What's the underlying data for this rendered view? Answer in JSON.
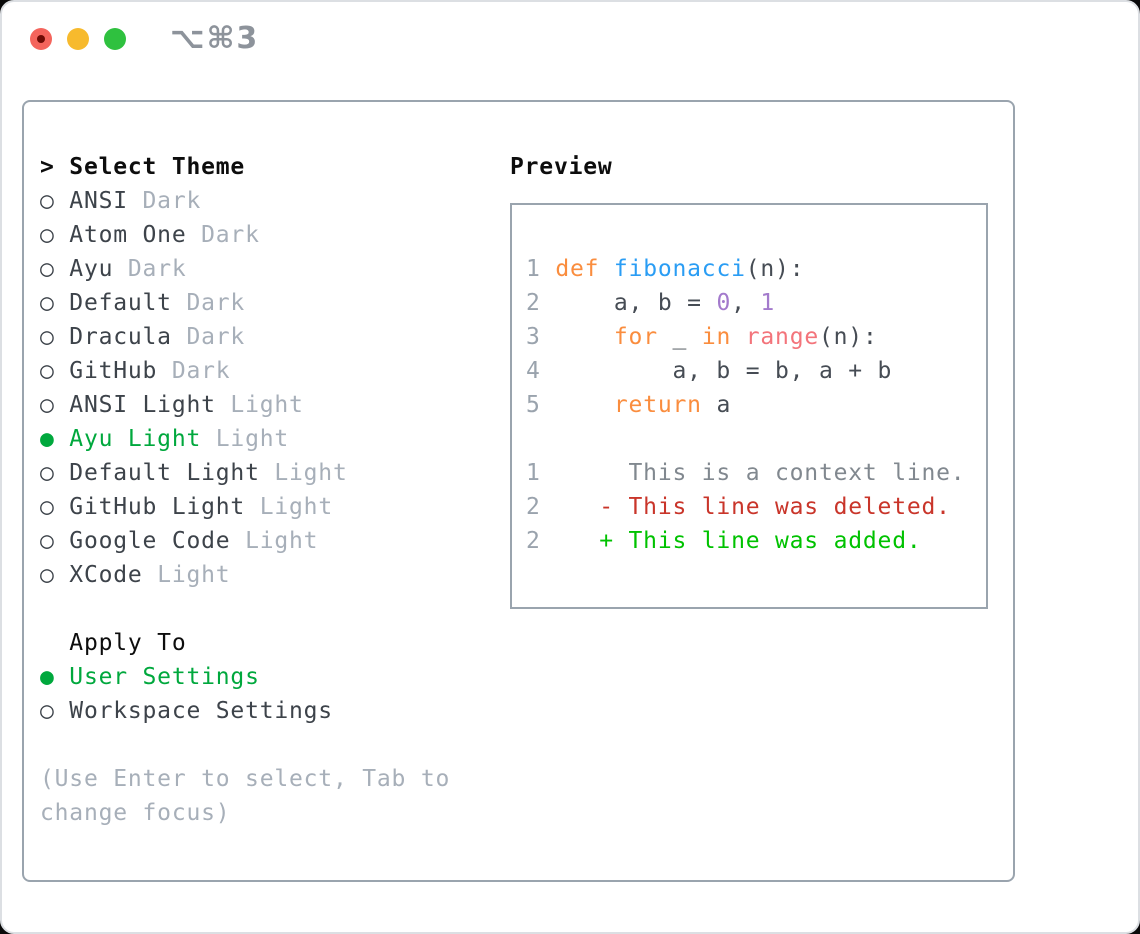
{
  "window": {
    "title_shortcut": "⌥⌘3",
    "traffic_lights": [
      "close",
      "minimize",
      "zoom"
    ]
  },
  "colors": {
    "tlRed": "#f4645c",
    "tlRedDot": "#6e0b05",
    "tlYellow": "#f7ba2d",
    "tlGreen": "#2fc13f",
    "titleGray": "#8d939b",
    "boxBorder": "#9aa4ae",
    "black": "#0d0d0d",
    "item": "#3d434a",
    "muted": "#a7afb9",
    "green": "#00a83d",
    "lineNo": "#9aa3ad",
    "fg": "#464c54",
    "kw": "#fa8d3e",
    "fn": "#2a9df4",
    "num": "#a37acc",
    "bi": "#f3747b",
    "ctx": "#81888f",
    "del": "#c9352a",
    "add": "#00c200"
  },
  "left_panel": {
    "header": {
      "pointer": ">",
      "label": "Select Theme"
    },
    "radio_selected_char": "●",
    "radio_unselected_char": "○",
    "themes": [
      {
        "name": "ANSI",
        "variant": "Dark",
        "selected": false
      },
      {
        "name": "Atom One",
        "variant": "Dark",
        "selected": false
      },
      {
        "name": "Ayu",
        "variant": "Dark",
        "selected": false
      },
      {
        "name": "Default",
        "variant": "Dark",
        "selected": false
      },
      {
        "name": "Dracula",
        "variant": "Dark",
        "selected": false
      },
      {
        "name": "GitHub",
        "variant": "Dark",
        "selected": false
      },
      {
        "name": "ANSI Light",
        "variant": "Light",
        "selected": false
      },
      {
        "name": "Ayu Light",
        "variant": "Light",
        "selected": true
      },
      {
        "name": "Default Light",
        "variant": "Light",
        "selected": false
      },
      {
        "name": "GitHub Light",
        "variant": "Light",
        "selected": false
      },
      {
        "name": "Google Code",
        "variant": "Light",
        "selected": false
      },
      {
        "name": "XCode",
        "variant": "Light",
        "selected": false
      }
    ],
    "apply_to": {
      "label": "Apply To",
      "options": [
        {
          "label": "User Settings",
          "selected": true
        },
        {
          "label": "Workspace Settings",
          "selected": false
        }
      ]
    },
    "help": [
      "(Use Enter to select, Tab to",
      "change focus)"
    ]
  },
  "preview": {
    "header": "Preview",
    "lines": [
      {
        "segments": [
          {
            "c": "ln",
            "t": "1"
          },
          {
            "c": "fg",
            "t": " "
          },
          {
            "c": "kw",
            "t": "def"
          },
          {
            "c": "fg",
            "t": " "
          },
          {
            "c": "fn",
            "t": "fibonacci"
          },
          {
            "c": "fg",
            "t": "(n):"
          }
        ]
      },
      {
        "segments": [
          {
            "c": "ln",
            "t": "2"
          },
          {
            "c": "fg",
            "t": "     a, b = "
          },
          {
            "c": "num",
            "t": "0"
          },
          {
            "c": "fg",
            "t": ", "
          },
          {
            "c": "num",
            "t": "1"
          }
        ]
      },
      {
        "segments": [
          {
            "c": "ln",
            "t": "3"
          },
          {
            "c": "fg",
            "t": "     "
          },
          {
            "c": "kw",
            "t": "for"
          },
          {
            "c": "fg",
            "t": " _ "
          },
          {
            "c": "kw",
            "t": "in"
          },
          {
            "c": "fg",
            "t": " "
          },
          {
            "c": "bi",
            "t": "range"
          },
          {
            "c": "fg",
            "t": "(n):"
          }
        ]
      },
      {
        "segments": [
          {
            "c": "ln",
            "t": "4"
          },
          {
            "c": "fg",
            "t": "         a, b = b, a + b"
          }
        ]
      },
      {
        "segments": [
          {
            "c": "ln",
            "t": "5"
          },
          {
            "c": "fg",
            "t": "     "
          },
          {
            "c": "kw",
            "t": "return"
          },
          {
            "c": "fg",
            "t": " a"
          }
        ]
      },
      {
        "segments": [
          {
            "c": "fg",
            "t": " "
          }
        ]
      },
      {
        "segments": [
          {
            "c": "ln",
            "t": "1"
          },
          {
            "c": "ctx",
            "t": "      This is a context line."
          }
        ]
      },
      {
        "segments": [
          {
            "c": "ln",
            "t": "2"
          },
          {
            "c": "del",
            "t": "    - This line was deleted."
          }
        ]
      },
      {
        "segments": [
          {
            "c": "ln",
            "t": "2"
          },
          {
            "c": "add",
            "t": "    + This line was added."
          }
        ]
      }
    ]
  }
}
